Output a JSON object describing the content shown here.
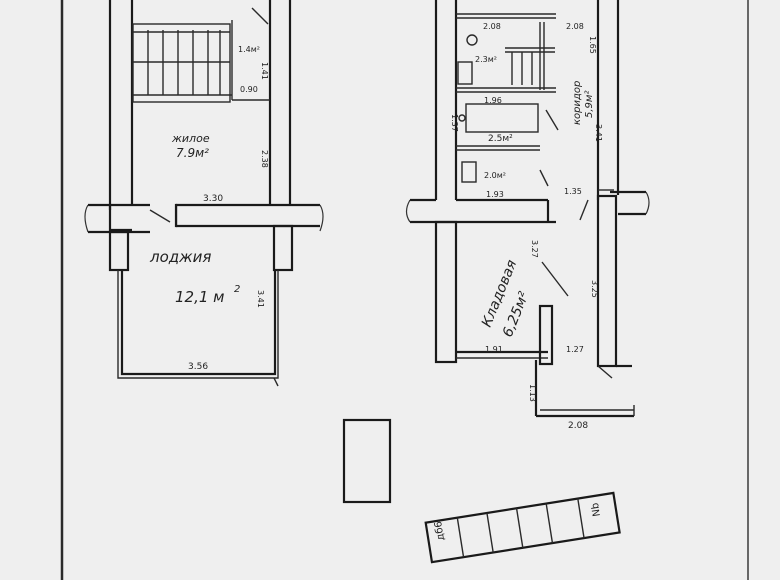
{
  "plan": {
    "rooms": {
      "hall": {
        "name": "жилое",
        "area": "7.9м²"
      },
      "loggia": {
        "name": "лоджия",
        "area": "12,1 м"
      },
      "pantry": {
        "name": "Кладовая",
        "area": "6,25м²"
      },
      "corridor": {
        "name": "коридор",
        "area": "5,9м²"
      },
      "small_top": {
        "area": "1.4м²"
      },
      "wc": {
        "area": "2.3м²"
      },
      "bath": {
        "area": "2.5м²"
      },
      "kitchen_nook": {
        "area": "2.0м²"
      }
    },
    "dimensions": {
      "d_330": "3.30",
      "d_238": "2.38",
      "d_356": "3.56",
      "d_341": "3.41",
      "d_090": "0.90",
      "d_141": "1.41",
      "d_208a": "2.08",
      "d_208b": "2.08",
      "d_165": "1.65",
      "d_196": "1.96",
      "d_137": "1.37",
      "d_193": "1.93",
      "d_135": "1.35",
      "d_341b": "3.41",
      "d_327": "3.27",
      "d_325": "3.25",
      "d_191": "1.91",
      "d_127": "1.27",
      "d_113": "1.13",
      "d_208c": "2.08"
    },
    "stair_marks": {
      "left": "дб6",
      "right": "Nb"
    }
  }
}
